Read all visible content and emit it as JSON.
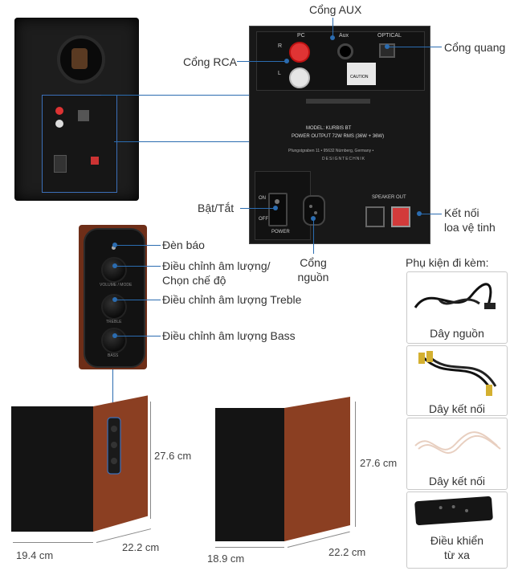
{
  "labels": {
    "aux_port": "Cổng AUX",
    "optical_port": "Cổng quang",
    "rca_port": "Cổng RCA",
    "power_switch": "Bật/Tắt",
    "satellite_connect_line1": "Kết nối",
    "satellite_connect_line2": "loa vệ tinh",
    "power_port_line1": "Cổng",
    "power_port_line2": "nguồn",
    "indicator": "Đèn báo",
    "volume_line1": "Điều chỉnh âm lượng/",
    "volume_line2": "Chọn chế độ",
    "treble": "Điều chỉnh âm lượng Treble",
    "bass": "Điều chỉnh âm lượng Bass"
  },
  "panel_text": {
    "pc": "PC",
    "r": "R",
    "l": "L",
    "aux": "Aux",
    "optical": "OPTICAL",
    "caution": "CAUTION",
    "model": "MODEL: KURBIS BT",
    "power_output": "POWER OUTPUT 72W RMS (36W + 36W)",
    "address": "Pfungstgraben 11 • 95632 Nürnberg, Germany •",
    "brand_footer": "DESIGNTECHNIK",
    "on": "ON",
    "off": "OFF",
    "power": "POWER",
    "speaker_out": "SPEAKER OUT",
    "volume_mode": "VOLUME / MODE",
    "treble_small": "TREBLE",
    "bass_small": "BASS"
  },
  "dimensions": {
    "left_height": "27.6 cm",
    "left_width": "19.4 cm",
    "left_depth": "22.2 cm",
    "right_height": "27.6 cm",
    "right_width": "18.9 cm",
    "right_depth": "22.2 cm"
  },
  "accessories": {
    "title": "Phụ kiện đi kèm:",
    "items": [
      {
        "label": "Dây nguồn"
      },
      {
        "label": "Dây kết nối"
      },
      {
        "label": "Dây kết nối"
      },
      {
        "label_line1": "Điều khiển",
        "label_line2": "từ xa"
      }
    ]
  },
  "colors": {
    "accent_blue": "#2b6cb0",
    "wood": "#8b3f22",
    "panel_dark": "#1b1b1b"
  }
}
